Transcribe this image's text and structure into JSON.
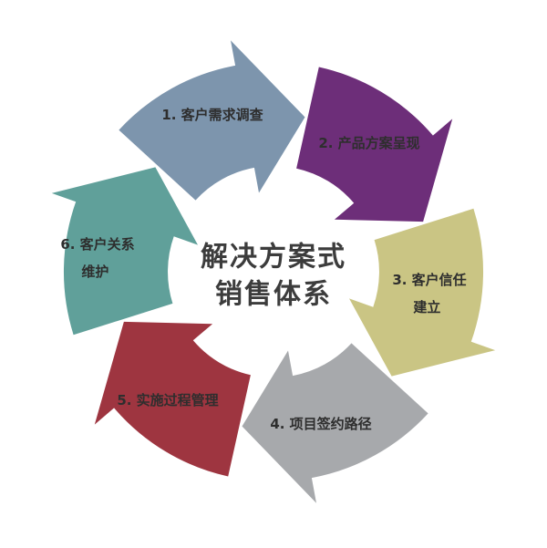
{
  "center": {
    "line1": "解决方案式",
    "line2": "销售体系"
  },
  "segments": [
    {
      "lines": [
        "1. 客户需求调查"
      ],
      "color": "#7d95ad"
    },
    {
      "lines": [
        "2. 产品方案呈现"
      ],
      "color": "#6d2e79"
    },
    {
      "lines": [
        "3. 客户信任",
        "建立"
      ],
      "color": "#cac584"
    },
    {
      "lines": [
        "4. 项目签约路径"
      ],
      "color": "#a7a9ac"
    },
    {
      "lines": [
        "5. 实施过程管理"
      ],
      "color": "#9e3540"
    },
    {
      "lines": [
        "6. 客户关系",
        "维护"
      ],
      "color": "#60a09a"
    }
  ]
}
